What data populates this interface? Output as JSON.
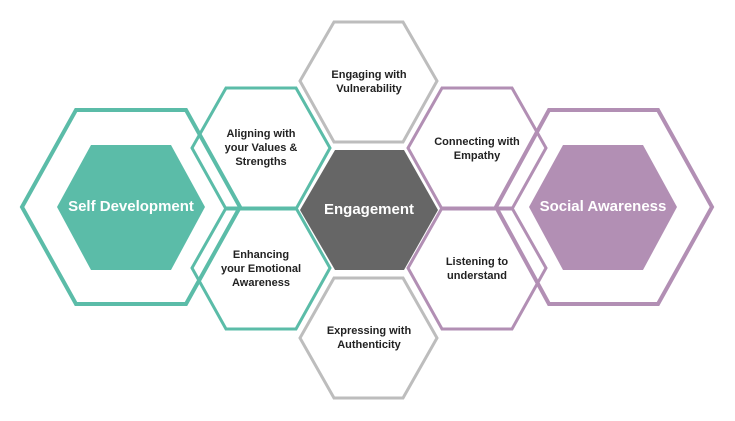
{
  "colors": {
    "teal": "#5bbca8",
    "purple": "#b28fb4",
    "gray_border": "#bdbdbd",
    "dark": "#666666"
  },
  "hubs": {
    "left": {
      "label": "Self Development"
    },
    "center": {
      "label": "Engagement"
    },
    "right": {
      "label": "Social Awareness"
    }
  },
  "nodes": {
    "top": {
      "lines": [
        "Engaging with",
        "Vulnerability"
      ]
    },
    "bottom": {
      "lines": [
        "Expressing with",
        "Authenticity"
      ]
    },
    "upper_left": {
      "lines": [
        "Aligning with",
        "your Values &",
        "Strengths"
      ]
    },
    "lower_left": {
      "lines": [
        "Enhancing",
        "your Emotional",
        "Awareness"
      ]
    },
    "upper_right": {
      "lines": [
        "Connecting with",
        "Empathy"
      ]
    },
    "lower_right": {
      "lines": [
        "Listening to",
        "understand"
      ]
    }
  }
}
